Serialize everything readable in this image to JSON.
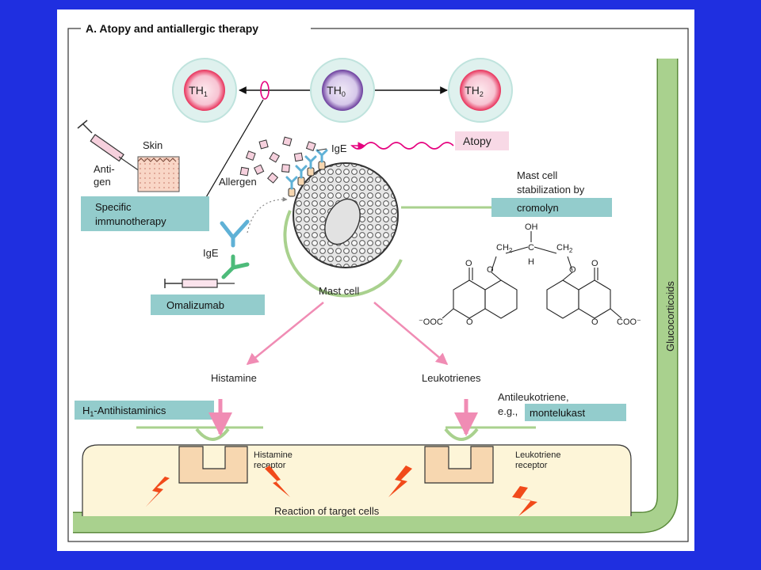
{
  "title": "A. Atopy and antiallergic therapy",
  "cells": {
    "th1": {
      "main": "TH",
      "sub": "1"
    },
    "th0": {
      "main": "TH",
      "sub": "0"
    },
    "th2": {
      "main": "TH",
      "sub": "2"
    }
  },
  "labels": {
    "atopy": "Atopy",
    "skin": "Skin",
    "antigen_line1": "Anti-",
    "antigen_line2": "gen",
    "allergen": "Allergen",
    "ige_top": "IgE",
    "ige_left": "IgE",
    "mast_cell": "Mast cell",
    "histamine": "Histamine",
    "leukotrienes": "Leukotrienes",
    "histamine_receptor_line1": "Histamine",
    "histamine_receptor_line2": "receptor",
    "leukotriene_receptor_line1": "Leukotriene",
    "leukotriene_receptor_line2": "receptor",
    "reaction": "Reaction of target cells",
    "glucocorticoids": "Glucocorticoids",
    "antileukotriene_line1": "Antileukotriene,",
    "antileukotriene_prefix": "e.g.,"
  },
  "therapies": {
    "immunotherapy_line1": "Specific",
    "immunotherapy_line2": "immunotherapy",
    "omalizumab": "Omalizumab",
    "cromolyn_line1": "Mast cell",
    "cromolyn_line2": "stabilization by",
    "cromolyn_line3": "cromolyn",
    "antihistaminics_main": "H",
    "antihistaminics_sub": "1",
    "antihistaminics_rest": "-Antihistaminics",
    "montelukast": "montelukast"
  },
  "chemistry": {
    "oh": "OH",
    "ch2_left": "CH",
    "ch2_right": "CH",
    "sub2": "2",
    "c": "C",
    "h": "H",
    "o1": "O",
    "o2": "O",
    "o3": "O",
    "o4": "O",
    "o5": "O",
    "o6": "O",
    "ooc": "⁻OOC",
    "coo": "COO⁻"
  },
  "colors": {
    "frame_blue": "#1f2fe0",
    "therapy_box": "#93cccc",
    "glucocorticoid_green": "#a9d18e",
    "pink": "#f08cb4",
    "magenta": "#e5007e",
    "target_fill": "#fdf5d8",
    "receptor_fill": "#f7d7b0"
  }
}
